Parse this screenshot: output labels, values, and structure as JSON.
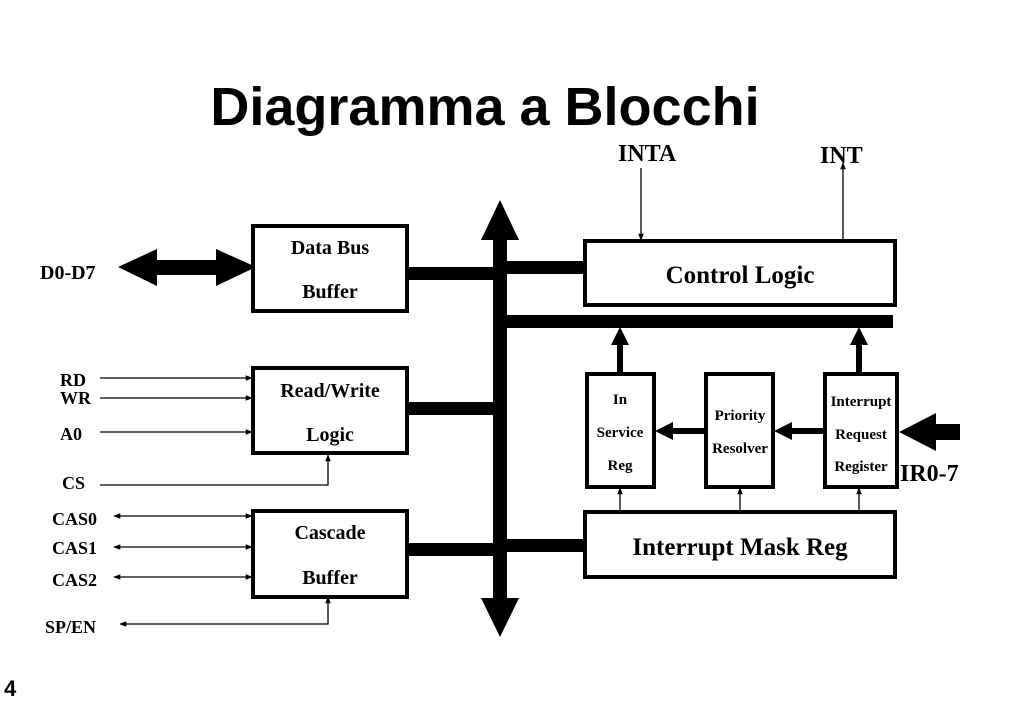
{
  "slide": {
    "title": "Diagramma a Blocchi",
    "page_number": "4"
  },
  "blocks": {
    "data_bus_buffer": [
      "Data Bus",
      "Buffer"
    ],
    "read_write_logic": [
      "Read/Write",
      "Logic"
    ],
    "cascade_buffer": [
      "Cascade",
      "Buffer"
    ],
    "control_logic": "Control Logic",
    "in_service_reg": [
      "In",
      "Service",
      "Reg"
    ],
    "priority_resolver": [
      "Priority",
      "Resolver"
    ],
    "interrupt_request_register": [
      "Interrupt",
      "Request",
      "Register"
    ],
    "interrupt_mask_reg": "Interrupt Mask Reg"
  },
  "signals": {
    "d0_d7": "D0-D7",
    "rd": "RD",
    "wr": "WR",
    "a0": "A0",
    "cs": "CS",
    "cas0": "CAS0",
    "cas1": "CAS1",
    "cas2": "CAS2",
    "sp_en": "SP/EN",
    "inta": "INTA",
    "int": "INT",
    "ir0_7": "IR0-7"
  }
}
